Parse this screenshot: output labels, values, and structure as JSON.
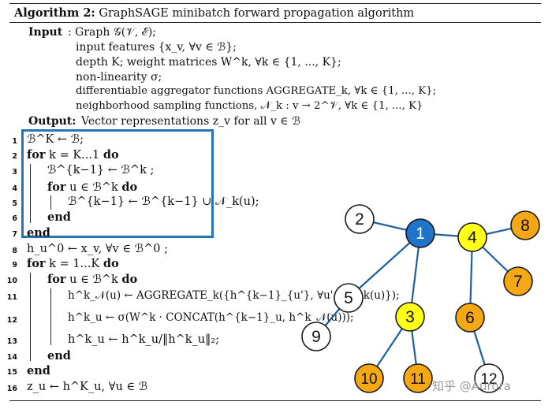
{
  "algorithm": {
    "title_prefix": "Algorithm 2:",
    "title_text": "GraphSAGE minibatch forward propagation algorithm",
    "input_label": "Input",
    "input_lines": [
      ": Graph 𝒢(𝒱, ℰ);",
      "input features {x_v, ∀v ∈ ℬ};",
      "depth K; weight matrices W^k, ∀k ∈ {1, ..., K};",
      "non-linearity σ;",
      "differentiable aggregator functions AGGREGATE_k, ∀k ∈ {1, ..., K};",
      "neighborhood sampling functions, 𝒩_k : v → 2^𝒱, ∀k ∈ {1, ..., K}"
    ],
    "output_label": "Output:",
    "output_line": "Vector representations z_v for all v ∈ ℬ",
    "lines": [
      {
        "n": "1",
        "kw": "",
        "text": "ℬ^K ← ℬ;"
      },
      {
        "n": "2",
        "kw": "for",
        "text": "k = K...1",
        "kw2": "do"
      },
      {
        "n": "3",
        "kw": "",
        "text": "ℬ^{k−1} ← ℬ^k ;"
      },
      {
        "n": "4",
        "kw": "for",
        "text": "u ∈ ℬ^k",
        "kw2": "do"
      },
      {
        "n": "5",
        "kw": "",
        "text": "ℬ^{k−1} ← ℬ^{k−1} ∪ 𝒩_k(u);"
      },
      {
        "n": "6",
        "kw": "end",
        "text": ""
      },
      {
        "n": "7",
        "kw": "end",
        "text": ""
      },
      {
        "n": "8",
        "kw": "",
        "text": "h_u^0 ← x_v, ∀v ∈ ℬ^0 ;"
      },
      {
        "n": "9",
        "kw": "for",
        "text": "k = 1...K",
        "kw2": "do"
      },
      {
        "n": "10",
        "kw": "for",
        "text": "u ∈ ℬ^k",
        "kw2": "do"
      },
      {
        "n": "11",
        "kw": "",
        "text": "h^k_𝒩(u) ← AGGREGATE_k({h^{k−1}_{u'}, ∀u' ∈ 𝒩_k(u)});"
      },
      {
        "n": "12",
        "kw": "",
        "text": "h^k_u ← σ(W^k · CONCAT(h^{k−1}_u, h^k_𝒩(u)));"
      },
      {
        "n": "13",
        "kw": "",
        "text": "h^k_u ← h^k_u/‖h^k_u‖₂;"
      },
      {
        "n": "14",
        "kw": "end",
        "text": ""
      },
      {
        "n": "15",
        "kw": "end",
        "text": ""
      },
      {
        "n": "16",
        "kw": "",
        "text": "z_u ← h^K_u, ∀u ∈ ℬ"
      }
    ]
  },
  "graph": {
    "nodes": [
      {
        "id": "1",
        "color": "#1f73c8",
        "text_color": "#ffffff"
      },
      {
        "id": "2",
        "color": "#ffffff",
        "text_color": "#111111"
      },
      {
        "id": "3",
        "color": "#ffff1a",
        "text_color": "#111111"
      },
      {
        "id": "4",
        "color": "#ffff1a",
        "text_color": "#111111"
      },
      {
        "id": "5",
        "color": "#ffffff",
        "text_color": "#111111"
      },
      {
        "id": "6",
        "color": "#f5a816",
        "text_color": "#111111"
      },
      {
        "id": "7",
        "color": "#f5a816",
        "text_color": "#111111"
      },
      {
        "id": "8",
        "color": "#f5a816",
        "text_color": "#111111"
      },
      {
        "id": "9",
        "color": "#ffffff",
        "text_color": "#111111"
      },
      {
        "id": "10",
        "color": "#f5a816",
        "text_color": "#111111"
      },
      {
        "id": "11",
        "color": "#f5a816",
        "text_color": "#111111"
      },
      {
        "id": "12",
        "color": "#ffffff",
        "text_color": "#111111"
      }
    ],
    "edges": [
      [
        "1",
        "2"
      ],
      [
        "1",
        "4"
      ],
      [
        "1",
        "5"
      ],
      [
        "1",
        "3"
      ],
      [
        "4",
        "8"
      ],
      [
        "4",
        "7"
      ],
      [
        "4",
        "6"
      ],
      [
        "5",
        "9"
      ],
      [
        "3",
        "10"
      ],
      [
        "3",
        "11"
      ],
      [
        "6",
        "12"
      ]
    ]
  },
  "watermark": "知乎 @Aurora",
  "colors": {
    "highlight_box": "#2476b4",
    "edge": "#1e5f9e"
  }
}
